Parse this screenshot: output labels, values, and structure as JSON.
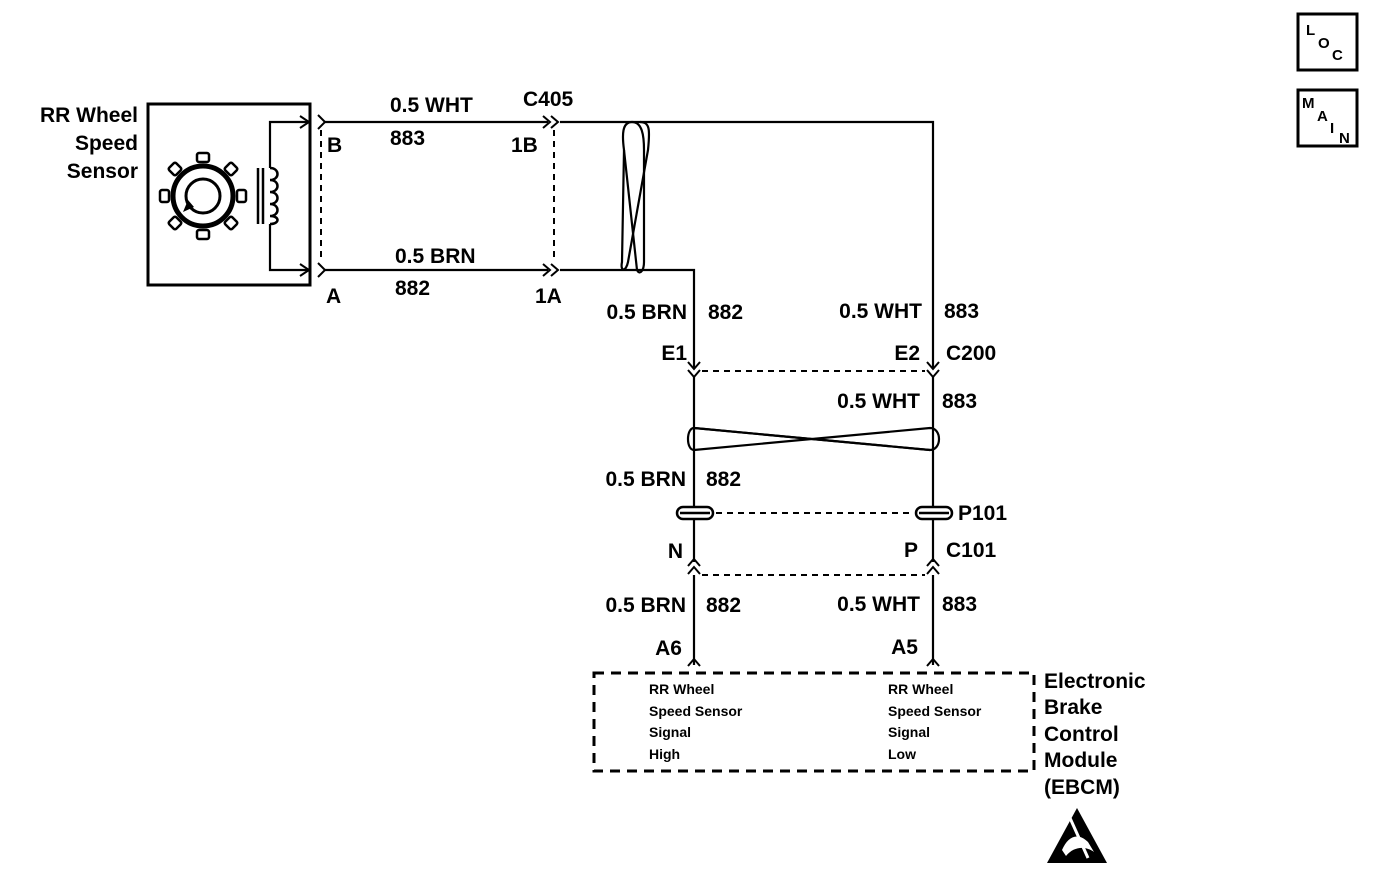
{
  "header_icons": {
    "loc": [
      "L",
      "O",
      "C"
    ],
    "main": [
      "M",
      "A",
      "I",
      "N"
    ]
  },
  "sensor": {
    "label_lines": [
      "RR Wheel",
      "Speed",
      "Sensor"
    ],
    "pin_b": "B",
    "pin_a": "A"
  },
  "wires": {
    "top_gauge_color": "0.5 WHT",
    "top_circuit": "883",
    "bottom_gauge_color": "0.5 BRN",
    "bottom_circuit": "882",
    "e1_gauge_color": "0.5 BRN",
    "e1_circuit": "882",
    "e2_gauge_color": "0.5 WHT",
    "e2_circuit": "883",
    "mid_wht_gauge_color": "0.5 WHT",
    "mid_wht_circuit": "883",
    "mid_brn_gauge_color": "0.5 BRN",
    "mid_brn_circuit": "882",
    "low_brn_gauge_color": "0.5 BRN",
    "low_brn_circuit": "882",
    "low_wht_gauge_color": "0.5 WHT",
    "low_wht_circuit": "883"
  },
  "connectors": {
    "c405": "C405",
    "pin_1b": "1B",
    "pin_1a": "1A",
    "pin_e1": "E1",
    "pin_e2": "E2",
    "c200": "C200",
    "p101": "P101",
    "pin_n": "N",
    "pin_p": "P",
    "c101": "C101",
    "pin_a6": "A6",
    "pin_a5": "A5"
  },
  "module": {
    "label_lines": [
      "Electronic",
      "Brake",
      "Control",
      "Module",
      "(EBCM)"
    ],
    "pin_a6_desc": [
      "RR Wheel",
      "Speed Sensor",
      "Signal",
      "High"
    ],
    "pin_a5_desc": [
      "RR Wheel",
      "Speed Sensor",
      "Signal",
      "Low"
    ]
  },
  "esd_icon": "esd-warning-icon"
}
